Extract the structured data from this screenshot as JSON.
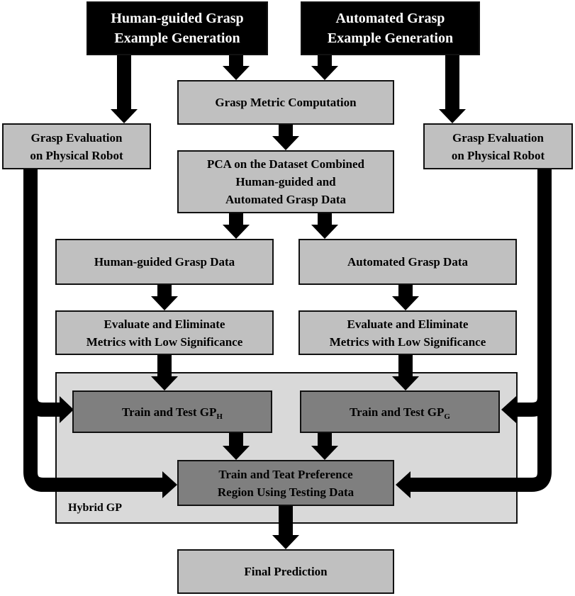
{
  "nodes": {
    "human_example": "Human-guided Grasp\nExample Generation",
    "auto_example": "Automated Grasp\nExample Generation",
    "metric_computation": "Grasp Metric Computation",
    "eval_robot_left": "Grasp Evaluation\non Physical Robot",
    "eval_robot_right": "Grasp Evaluation\non Physical Robot",
    "pca": "PCA on the Dataset Combined\nHuman-guided and\nAutomated Grasp Data",
    "human_data": "Human-guided Grasp Data",
    "auto_data": "Automated Grasp Data",
    "eliminate_left": "Evaluate and Eliminate\nMetrics with Low Significance",
    "eliminate_right": "Evaluate and Eliminate\nMetrics with Low Significance",
    "train_gph_prefix": "Train and Test GP",
    "train_gph_sub": "H",
    "train_gpg_prefix": "Train and Test GP",
    "train_gpg_sub": "G",
    "preference_region": "Train and Teat Preference\nRegion Using Testing Data",
    "final_prediction": "Final Prediction",
    "hybrid_label": "Hybrid GP"
  },
  "colors": {
    "black_box": "#000000",
    "light_box": "#c0c0c0",
    "dark_box": "#7f7f7f",
    "panel": "#d9d9d9",
    "arrow": "#000000"
  }
}
